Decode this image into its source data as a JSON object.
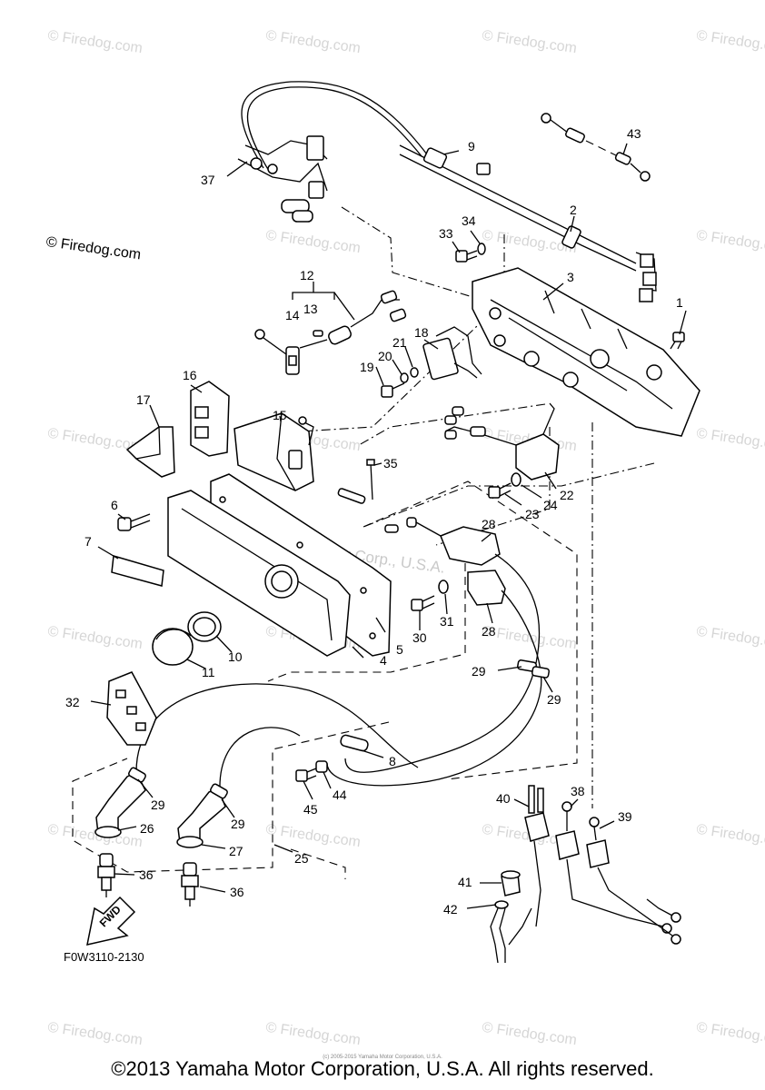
{
  "diagram": {
    "side_watermark": "© Firedog.com",
    "tile_watermark": "© Firedog.com",
    "center_watermark": "Yamaha Motor Corp., U.S.A.",
    "drawing_code": "F0W3110-2130",
    "fwd_label": "FWD",
    "fine_print": "(c) 2005-2015 Yamaha Motor Corporation, U.S.A.",
    "copyright": "©2013 Yamaha Motor Corporation, U.S.A. All rights reserved.",
    "callouts": [
      "1",
      "2",
      "3",
      "4",
      "5",
      "6",
      "7",
      "8",
      "9",
      "10",
      "11",
      "12",
      "13",
      "14",
      "15",
      "16",
      "17",
      "18",
      "19",
      "20",
      "21",
      "22",
      "23",
      "24",
      "25",
      "26",
      "27",
      "28",
      "28",
      "29",
      "29",
      "29",
      "29",
      "30",
      "31",
      "32",
      "33",
      "34",
      "35",
      "36",
      "36",
      "37",
      "38",
      "39",
      "40",
      "41",
      "42",
      "43",
      "44",
      "45"
    ]
  },
  "colors": {
    "line": "#000000",
    "watermark": "#d6d6d6",
    "background": "#ffffff"
  }
}
